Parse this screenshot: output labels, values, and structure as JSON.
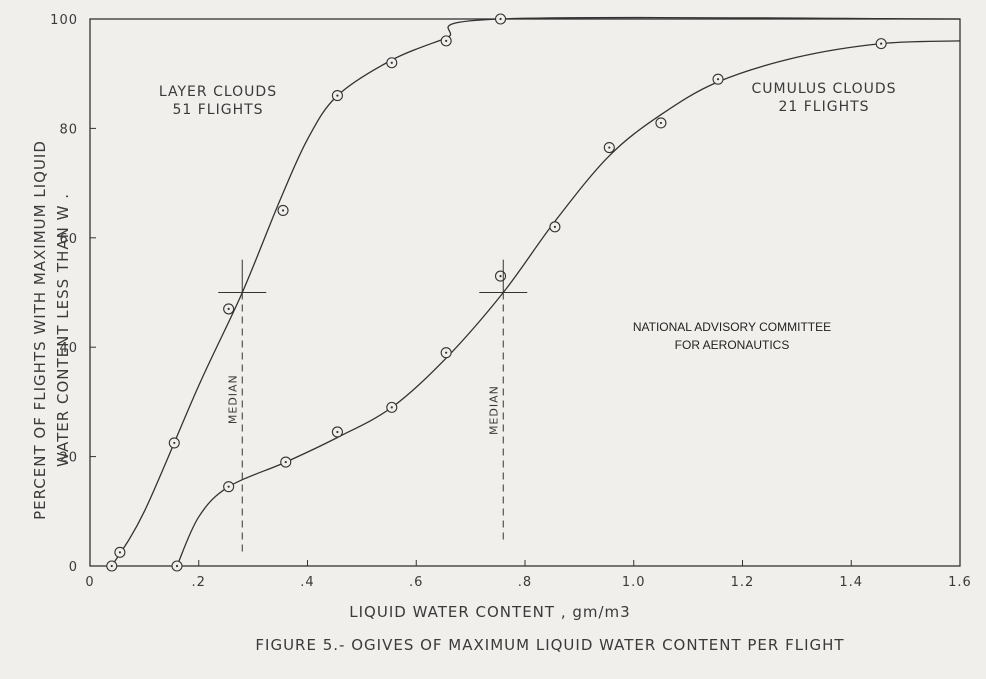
{
  "chart_data": {
    "type": "line",
    "title": "FIGURE 5.- OGIVES OF MAXIMUM LIQUID WATER CONTENT PER FLIGHT",
    "xlabel": "LIQUID WATER CONTENT , gm/m3",
    "ylabel_line1": "PERCENT OF FLIGHTS WITH MAXIMUM LIQUID",
    "ylabel_line2": "WATER CONTENT LESS THAN W .",
    "xlim": [
      0,
      1.6
    ],
    "ylim": [
      0,
      100
    ],
    "x_ticks": [
      {
        "value": 0,
        "label": "0"
      },
      {
        "value": 0.2,
        "label": ".2"
      },
      {
        "value": 0.4,
        "label": ".4"
      },
      {
        "value": 0.6,
        "label": ".6"
      },
      {
        "value": 0.8,
        "label": ".8"
      },
      {
        "value": 1.0,
        "label": "1.0"
      },
      {
        "value": 1.2,
        "label": "1.2"
      },
      {
        "value": 1.4,
        "label": "1.4"
      },
      {
        "value": 1.6,
        "label": "1.6"
      }
    ],
    "y_ticks": [
      {
        "value": 0,
        "label": "0"
      },
      {
        "value": 20,
        "label": "20"
      },
      {
        "value": 40,
        "label": "40"
      },
      {
        "value": 60,
        "label": "60"
      },
      {
        "value": 80,
        "label": "80"
      },
      {
        "value": 100,
        "label": "100"
      }
    ],
    "grid": false,
    "series": [
      {
        "name": "LAYER CLOUDS",
        "sublabel": "51 FLIGHTS",
        "points": [
          {
            "x": 0.04,
            "y": 0
          },
          {
            "x": 0.055,
            "y": 2.5
          },
          {
            "x": 0.155,
            "y": 22.5
          },
          {
            "x": 0.255,
            "y": 47
          },
          {
            "x": 0.355,
            "y": 65
          },
          {
            "x": 0.455,
            "y": 86
          },
          {
            "x": 0.555,
            "y": 92
          },
          {
            "x": 0.655,
            "y": 96
          },
          {
            "x": 0.755,
            "y": 100
          }
        ],
        "curve": [
          {
            "x": 0.04,
            "y": 0
          },
          {
            "x": 0.1,
            "y": 10
          },
          {
            "x": 0.2,
            "y": 33
          },
          {
            "x": 0.28,
            "y": 50
          },
          {
            "x": 0.35,
            "y": 67
          },
          {
            "x": 0.4,
            "y": 78
          },
          {
            "x": 0.455,
            "y": 86
          },
          {
            "x": 0.555,
            "y": 92.5
          },
          {
            "x": 0.655,
            "y": 96.5
          },
          {
            "x": 0.755,
            "y": 100
          },
          {
            "x": 1.6,
            "y": 100
          }
        ],
        "median": {
          "x": 0.28,
          "label": "MEDIAN"
        }
      },
      {
        "name": "CUMULUS CLOUDS",
        "sublabel": "21 FLIGHTS",
        "points": [
          {
            "x": 0.16,
            "y": 0
          },
          {
            "x": 0.255,
            "y": 14.5
          },
          {
            "x": 0.36,
            "y": 19
          },
          {
            "x": 0.455,
            "y": 24.5
          },
          {
            "x": 0.555,
            "y": 29
          },
          {
            "x": 0.655,
            "y": 39
          },
          {
            "x": 0.755,
            "y": 53
          },
          {
            "x": 0.855,
            "y": 62
          },
          {
            "x": 0.955,
            "y": 76.5
          },
          {
            "x": 1.05,
            "y": 81
          },
          {
            "x": 1.155,
            "y": 89
          },
          {
            "x": 1.455,
            "y": 95.5
          }
        ],
        "curve": [
          {
            "x": 0.16,
            "y": 0
          },
          {
            "x": 0.2,
            "y": 9
          },
          {
            "x": 0.255,
            "y": 14.5
          },
          {
            "x": 0.36,
            "y": 19
          },
          {
            "x": 0.455,
            "y": 23.5
          },
          {
            "x": 0.555,
            "y": 29
          },
          {
            "x": 0.655,
            "y": 38
          },
          {
            "x": 0.76,
            "y": 50
          },
          {
            "x": 0.855,
            "y": 63
          },
          {
            "x": 0.955,
            "y": 75
          },
          {
            "x": 1.05,
            "y": 82.5
          },
          {
            "x": 1.155,
            "y": 88.5
          },
          {
            "x": 1.3,
            "y": 93
          },
          {
            "x": 1.455,
            "y": 95.5
          },
          {
            "x": 1.6,
            "y": 96
          }
        ],
        "median": {
          "x": 0.76,
          "label": "MEDIAN"
        }
      }
    ],
    "annotations": [
      "NATIONAL ADVISORY COMMITTEE",
      "FOR AERONAUTICS"
    ]
  }
}
